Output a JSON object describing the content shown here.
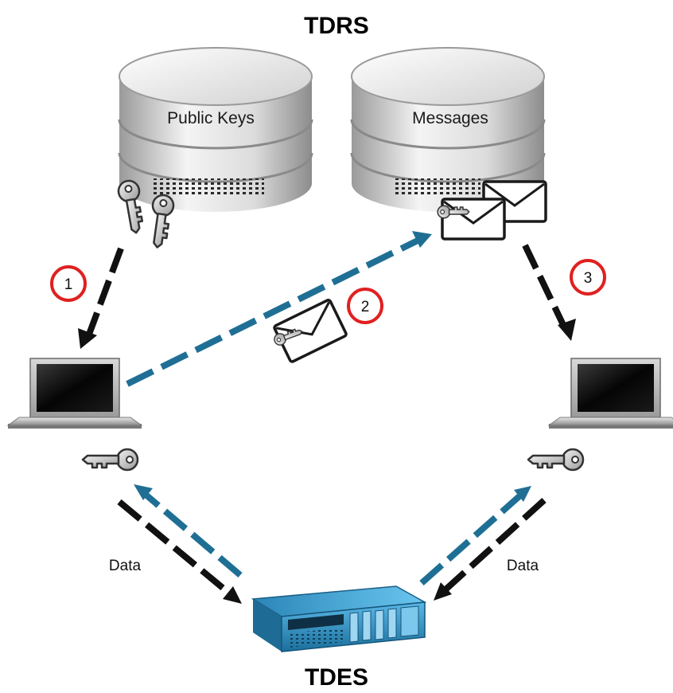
{
  "titles": {
    "top": "TDRS",
    "bottom": "TDES"
  },
  "databases": [
    {
      "label": "Public Keys"
    },
    {
      "label": "Messages"
    }
  ],
  "steps": [
    "1",
    "2",
    "3"
  ],
  "data_labels": {
    "left": "Data",
    "right": "Data"
  },
  "colors": {
    "arrow_black": "#111111",
    "arrow_blue": "#1f6f95",
    "step_circle": "#e02020",
    "server_blue": "#2a8fc0"
  },
  "icons": [
    "database-icon",
    "key-icon",
    "envelope-icon",
    "laptop-icon",
    "server-icon"
  ]
}
